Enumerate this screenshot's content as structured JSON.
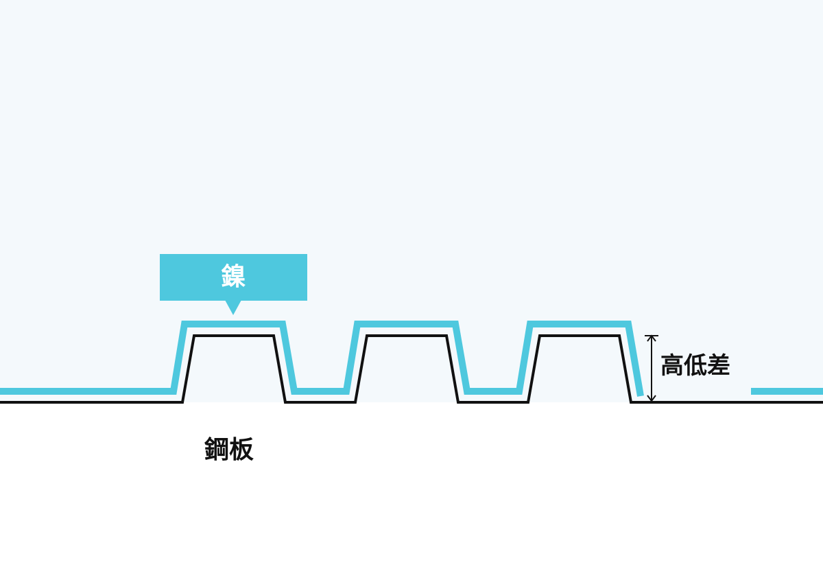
{
  "labels": {
    "coating": "鎳",
    "height_difference": "高低差",
    "steel_plate": "鋼板"
  },
  "colors": {
    "background_upper": "#f4f9fc",
    "background_lower": "#ffffff",
    "coating_line": "#4ec8de",
    "callout_fill": "#4ec8de",
    "steel_line": "#111111",
    "text_dark": "#111111",
    "text_light": "#ffffff"
  }
}
